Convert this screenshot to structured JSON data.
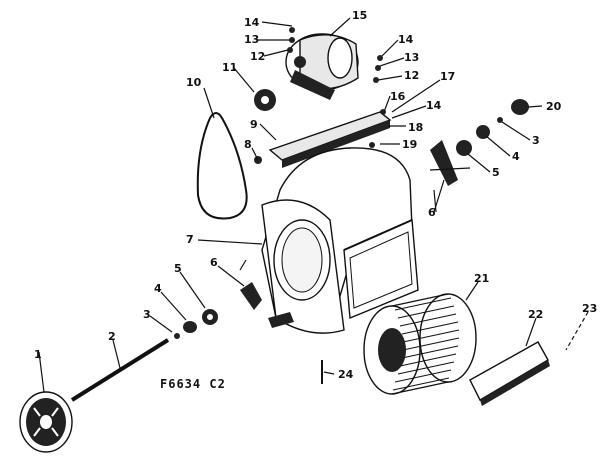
{
  "drawing_code": "F6634 C2",
  "callouts": {
    "c1": "1",
    "c2": "2",
    "c3a": "3",
    "c3b": "3",
    "c4a": "4",
    "c4b": "4",
    "c5a": "5",
    "c5b": "5",
    "c6a": "6",
    "c6b": "6",
    "c7": "7",
    "c8": "8",
    "c9": "9",
    "c10": "10",
    "c11": "11",
    "c12a": "12",
    "c12b": "12",
    "c13a": "13",
    "c13b": "13",
    "c14a": "14",
    "c14b": "14",
    "c14c": "14",
    "c15": "15",
    "c16": "16",
    "c17": "17",
    "c18": "18",
    "c19": "19",
    "c20": "20",
    "c21": "21",
    "c22": "22",
    "c23": "23",
    "c24": "24"
  }
}
